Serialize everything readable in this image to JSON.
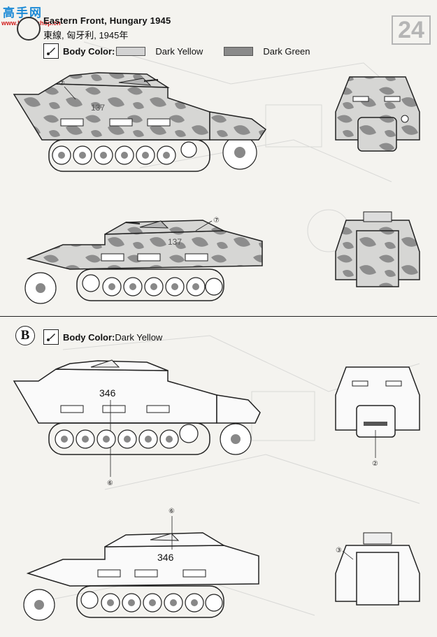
{
  "watermark": {
    "top": "高手网",
    "bottom": "www.hobbyshop.cn"
  },
  "page_number": "24",
  "section_a": {
    "title": "Eastern Front, Hungary 1945",
    "subtitle": "東線, 匈牙利, 1945年",
    "body_color_label": "Body Color:",
    "colors": [
      {
        "name": "Dark Yellow",
        "hex": "#d3d3d3"
      },
      {
        "name": "Dark Green",
        "hex": "#8a8a8a"
      }
    ],
    "vehicle_number": "137",
    "callouts": [
      "⑦",
      "⑦"
    ]
  },
  "section_b": {
    "badge": "B",
    "body_color_label": "Body Color:",
    "body_color": "Dark Yellow",
    "vehicle_number": "346",
    "callouts": [
      "⑥",
      "⑥",
      "②",
      "③"
    ]
  }
}
